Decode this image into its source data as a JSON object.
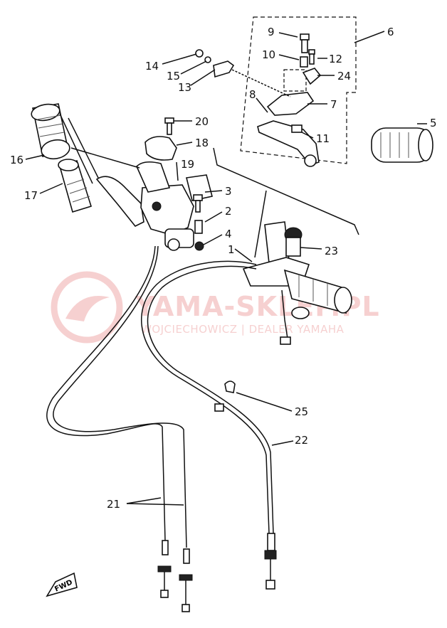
{
  "diagram": {
    "labels": {
      "p1": "1",
      "p2": "2",
      "p3": "3",
      "p4": "4",
      "p5": "5",
      "p6": "6",
      "p7": "7",
      "p8": "8",
      "p9": "9",
      "p10": "10",
      "p11": "11",
      "p12": "12",
      "p13": "13",
      "p14": "14",
      "p15": "15",
      "p16": "16",
      "p17": "17",
      "p18": "18",
      "p19": "19",
      "p20": "20",
      "p21": "21",
      "p22": "22",
      "p23": "23",
      "p24": "24",
      "p25": "25"
    },
    "fwd_label": "FWD"
  },
  "watermark": {
    "brand": "YAMA-SKLEP.PL",
    "tagline": "WOJCIECHOWICZ | DEALER YAMAHA",
    "color": "#e05a5a"
  }
}
